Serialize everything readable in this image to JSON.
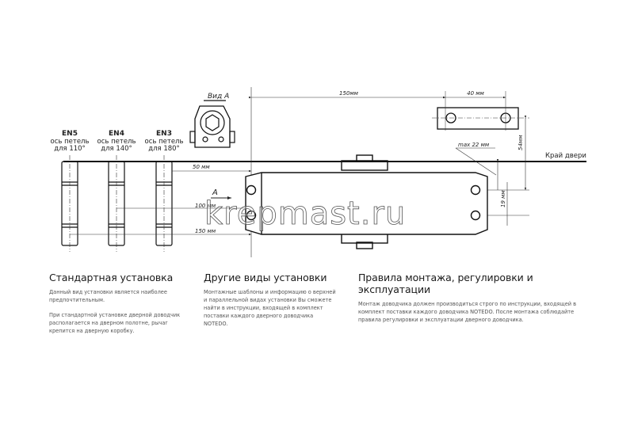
{
  "drawing": {
    "hinges": [
      {
        "model": "EN5",
        "axis_label": "ось петель",
        "angle_label": "для 110°"
      },
      {
        "model": "EN4",
        "axis_label": "ось петель",
        "angle_label": "для 140°"
      },
      {
        "model": "EN3",
        "axis_label": "ось петель",
        "angle_label": "для 180°"
      }
    ],
    "view_label": "Вид А",
    "arrow_label": "А",
    "door_edge_label": "Край двери",
    "dimensions": {
      "d150_top": "150мм",
      "d40": "40 мм",
      "d54": "54мм",
      "dmax22": "max 22  мм",
      "d19": "19 мм",
      "d50": "50 мм",
      "d100": "100 мм",
      "d150_bottom": "150 мм"
    },
    "watermark": "krepmast.ru"
  },
  "sections": [
    {
      "title": "Стандартная установка",
      "paragraphs": [
        "Данный вид установки является наиболее предпочтительным.",
        "При стандартной установке дверной доводчик располагается на дверном полотне, рычаг крепится на дверную коробку."
      ]
    },
    {
      "title": "Другие виды установки",
      "paragraphs": [
        "Монтажные шаблоны и информацию о верхней и параллельной видах установки Вы сможете найти в инструкции, входящей в комплект поставки каждого дверного доводчика NOTEDO."
      ]
    },
    {
      "title": "Правила монтажа, регулировки и эксплуатации",
      "paragraphs": [
        "Монтаж доводчика должен производиться строго по инструкции, входящей в комплект поставки каждого доводчика NOTEDO. После монтажа соблюдайте правила регулировки и эксплуатации дверного доводчика."
      ]
    }
  ]
}
